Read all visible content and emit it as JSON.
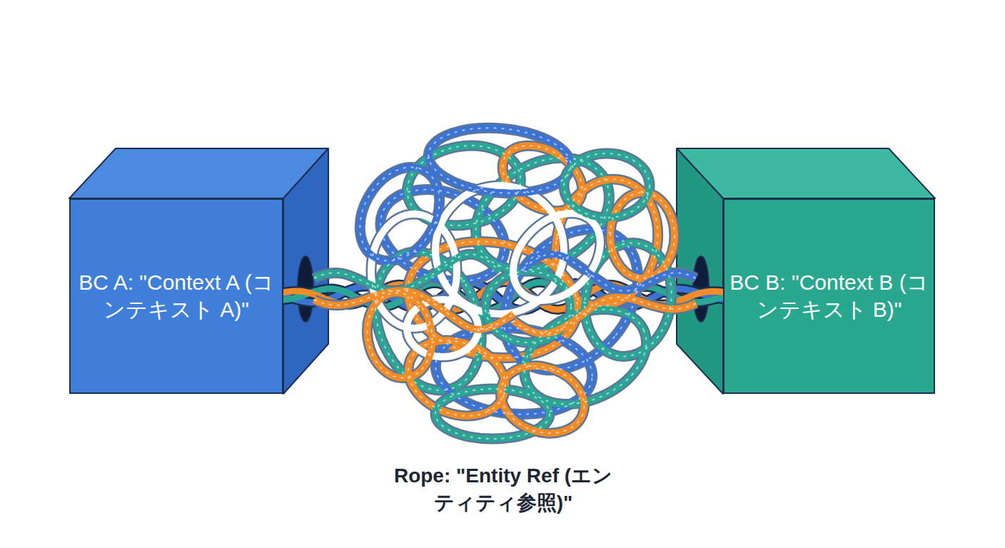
{
  "diagram": {
    "nodes": [
      {
        "text": [
          "BC A: \"Context A (コンテキスト A)\""
        ]
      },
      {
        "text": [
          "BC B: \"Context B (コンテキスト B)\""
        ]
      }
    ],
    "edges": [
      {
        "from": 0,
        "to": 1,
        "arrow": "none",
        "label": "Rope: \"Entity Ref (エンティティ参照)\""
      }
    ]
  }
}
